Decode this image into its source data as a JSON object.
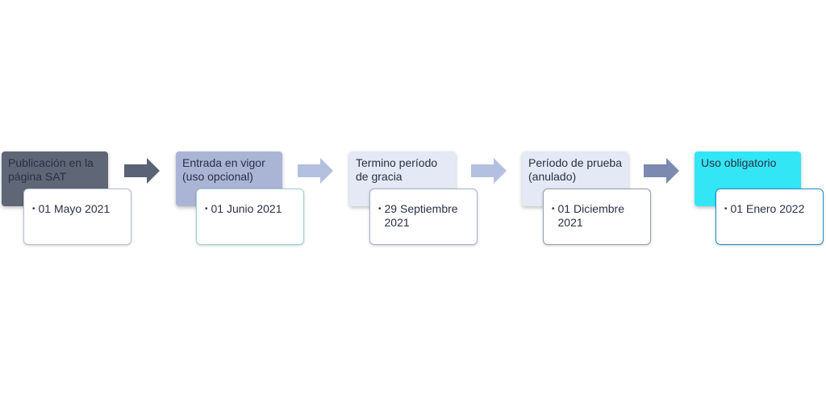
{
  "steps": [
    {
      "title": "Publicación en la página SAT",
      "detail": "01 Mayo 2021",
      "title_bg": "#5f6777",
      "title_color": "#2a2f45",
      "detail_border": "#b7bfd6"
    },
    {
      "title": "Entrada en vigor (uso opcional)",
      "detail": "01 Junio 2021",
      "title_bg": "#aab5d6",
      "title_color": "#2a2f45",
      "detail_border": "#9fd0d0"
    },
    {
      "title": "Termino período de gracia",
      "detail": "29 Septiembre 2021",
      "title_bg": "#e4e9f5",
      "title_color": "#2a2f45",
      "detail_border": "#a9b2d0"
    },
    {
      "title": "Período de prueba (anulado)",
      "detail": "01 Diciembre 2021",
      "title_bg": "#e4e9f5",
      "title_color": "#2a2f45",
      "detail_border": "#9a9fb0"
    },
    {
      "title": "Uso obligatorio",
      "detail": "01 Enero 2022",
      "title_bg": "#33e6f5",
      "title_color": "#2a2f45",
      "detail_border": "#1f8fc4"
    }
  ],
  "arrows": [
    {
      "color": "#5a6275"
    },
    {
      "color": "#b4c0e0"
    },
    {
      "color": "#b4c0e0"
    },
    {
      "color": "#7c89b0"
    }
  ],
  "bullet_char": "•"
}
